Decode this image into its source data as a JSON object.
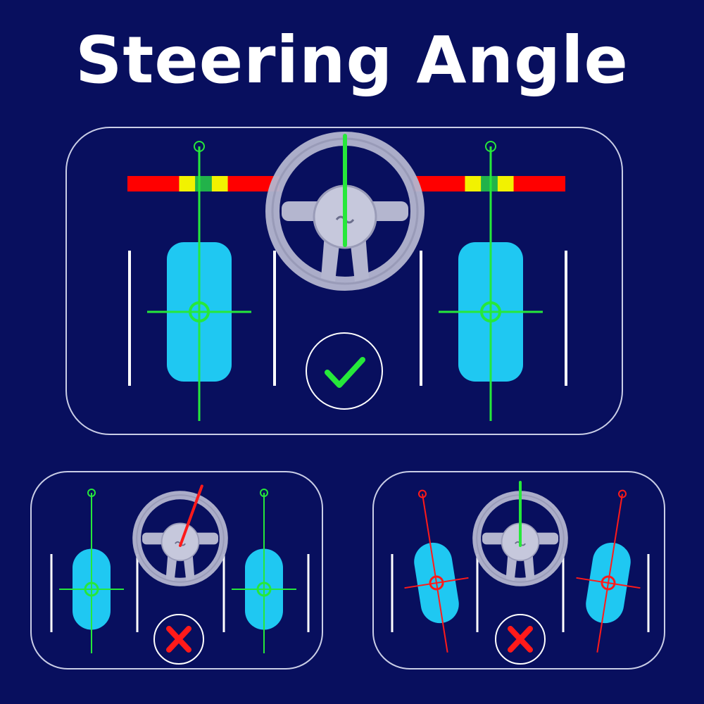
{
  "title": "Steering Angle",
  "colors": {
    "background": "#080f5e",
    "panel_border": "#c9cde6",
    "tire": "#1fc8f2",
    "ok_line": "#26e83a",
    "bad_line": "#ff1a1a",
    "gauge_red": "#ff0000",
    "gauge_yellow": "#f2f200",
    "gauge_green": "#22b24a",
    "divider": "#ffffff",
    "wheel": "#b4b6cf"
  },
  "panels": [
    {
      "id": "correct",
      "status": "correct",
      "status_icon": "check-icon",
      "has_gauges": true,
      "steering_line_color": "green",
      "steering_line_tilt_deg": 0,
      "wheel_alignment_color": "green",
      "wheel_tilt_deg": 0
    },
    {
      "id": "wrong-steering",
      "status": "incorrect",
      "status_icon": "x-icon",
      "has_gauges": false,
      "steering_line_color": "red",
      "steering_line_tilt_deg": 20,
      "wheel_alignment_color": "green",
      "wheel_tilt_deg": 0
    },
    {
      "id": "wrong-toe",
      "status": "incorrect",
      "status_icon": "x-icon",
      "has_gauges": false,
      "steering_line_color": "green",
      "steering_line_tilt_deg": 0,
      "wheel_alignment_color": "red",
      "wheel_tilt_deg": 9
    }
  ]
}
